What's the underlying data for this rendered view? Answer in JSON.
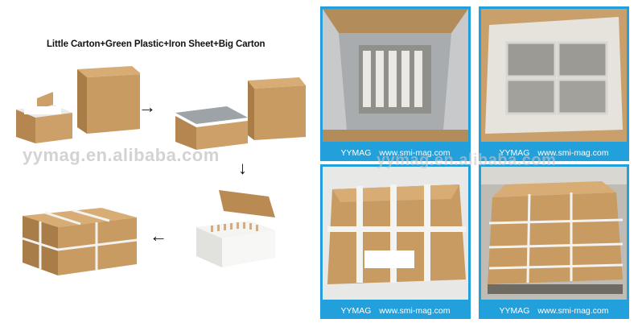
{
  "left_panel": {
    "title": "Little Carton+Green Plastic+Iron Sheet+Big Carton",
    "watermark": "yymag.en.alibaba.com"
  },
  "right_panel": {
    "watermark": "yymag.en.alibaba.com",
    "tiles": [
      {
        "brand": "YYMAG",
        "site": "www.smi-mag.com"
      },
      {
        "brand": "YYMAG",
        "site": "www.smi-mag.com"
      },
      {
        "brand": "YYMAG",
        "site": "www.smi-mag.com"
      },
      {
        "brand": "YYMAG",
        "site": "www.smi-mag.com"
      }
    ]
  },
  "colors": {
    "tile_frame": "#21a0dc",
    "carton": "#c89b63",
    "carton_dark": "#a97d48",
    "tape": "#f2f2f0"
  },
  "icons": [
    "arrow-right-icon",
    "arrow-down-icon",
    "arrow-left-icon"
  ]
}
